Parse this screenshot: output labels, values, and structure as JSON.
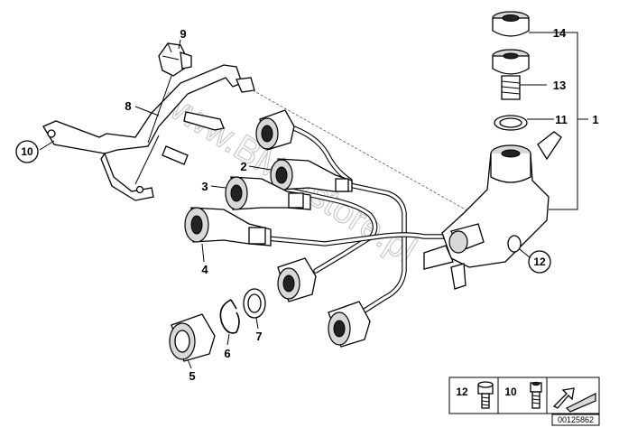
{
  "watermark": "www.BMWstore.pl",
  "callouts": {
    "p1": "1",
    "p2": "2",
    "p3": "3",
    "p4": "4",
    "p5": "5",
    "p6": "6",
    "p7": "7",
    "p8": "8",
    "p9": "9",
    "p10": "10",
    "p11": "11",
    "p12": "12",
    "p13": "13",
    "p14": "14"
  },
  "legend": {
    "item_a": "12",
    "item_b": "10"
  },
  "diagram_code": "00125862"
}
